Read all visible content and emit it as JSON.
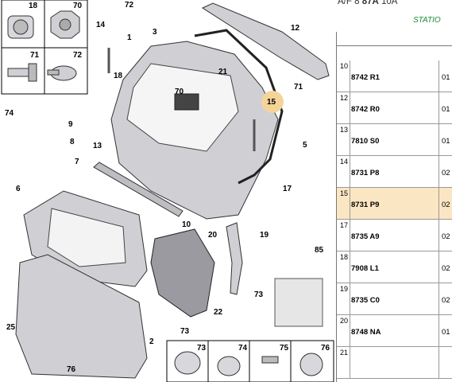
{
  "header": {
    "prefix": "A/F 8 ",
    "bold": "87A",
    "suffix": " 10A",
    "station": "STATIO"
  },
  "callouts": {
    "c18a": "18",
    "c70a": "70",
    "c71a": "71",
    "c72a": "72",
    "c72b": "72",
    "c3": "3",
    "c14": "14",
    "c1": "1",
    "c12": "12",
    "c18b": "18",
    "c21": "21",
    "c71b": "71",
    "c15": "15",
    "c74": "74",
    "c9": "9",
    "c70b": "70",
    "c13": "13",
    "c8": "8",
    "c5": "5",
    "c7": "7",
    "c6": "6",
    "c17": "17",
    "c10": "10",
    "c19": "19",
    "c20": "20",
    "c85": "85",
    "c22": "22",
    "c73a": "73",
    "c73b": "73",
    "c25": "25",
    "c76a": "76",
    "c2": "2",
    "c73c": "73",
    "c74b": "74",
    "c75": "75",
    "c76b": "76"
  },
  "table": {
    "rows": [
      {
        "idx": "10",
        "ref": "8742 R1",
        "qty": "01",
        "highlight": false
      },
      {
        "idx": "12",
        "ref": "8742 R0",
        "qty": "01",
        "highlight": false
      },
      {
        "idx": "13",
        "ref": "7810 S0",
        "qty": "01",
        "highlight": false
      },
      {
        "idx": "14",
        "ref": "8731 P8",
        "qty": "02",
        "highlight": false
      },
      {
        "idx": "15",
        "ref": "8731 P9",
        "qty": "02",
        "highlight": true
      },
      {
        "idx": "17",
        "ref": "8735 A9",
        "qty": "02",
        "highlight": false
      },
      {
        "idx": "18",
        "ref": "7908 L1",
        "qty": "02",
        "highlight": false
      },
      {
        "idx": "19",
        "ref": "8735 C0",
        "qty": "02",
        "highlight": false
      },
      {
        "idx": "20",
        "ref": "8748 NA",
        "qty": "01",
        "highlight": false
      },
      {
        "idx": "21",
        "ref": "",
        "qty": "",
        "highlight": false
      }
    ]
  },
  "colors": {
    "highlight_row": "#fbe6c4",
    "highlight_circle": "#f5d49a",
    "station_green": "#1f8a3a",
    "part_fill": "#cfcfd4"
  }
}
